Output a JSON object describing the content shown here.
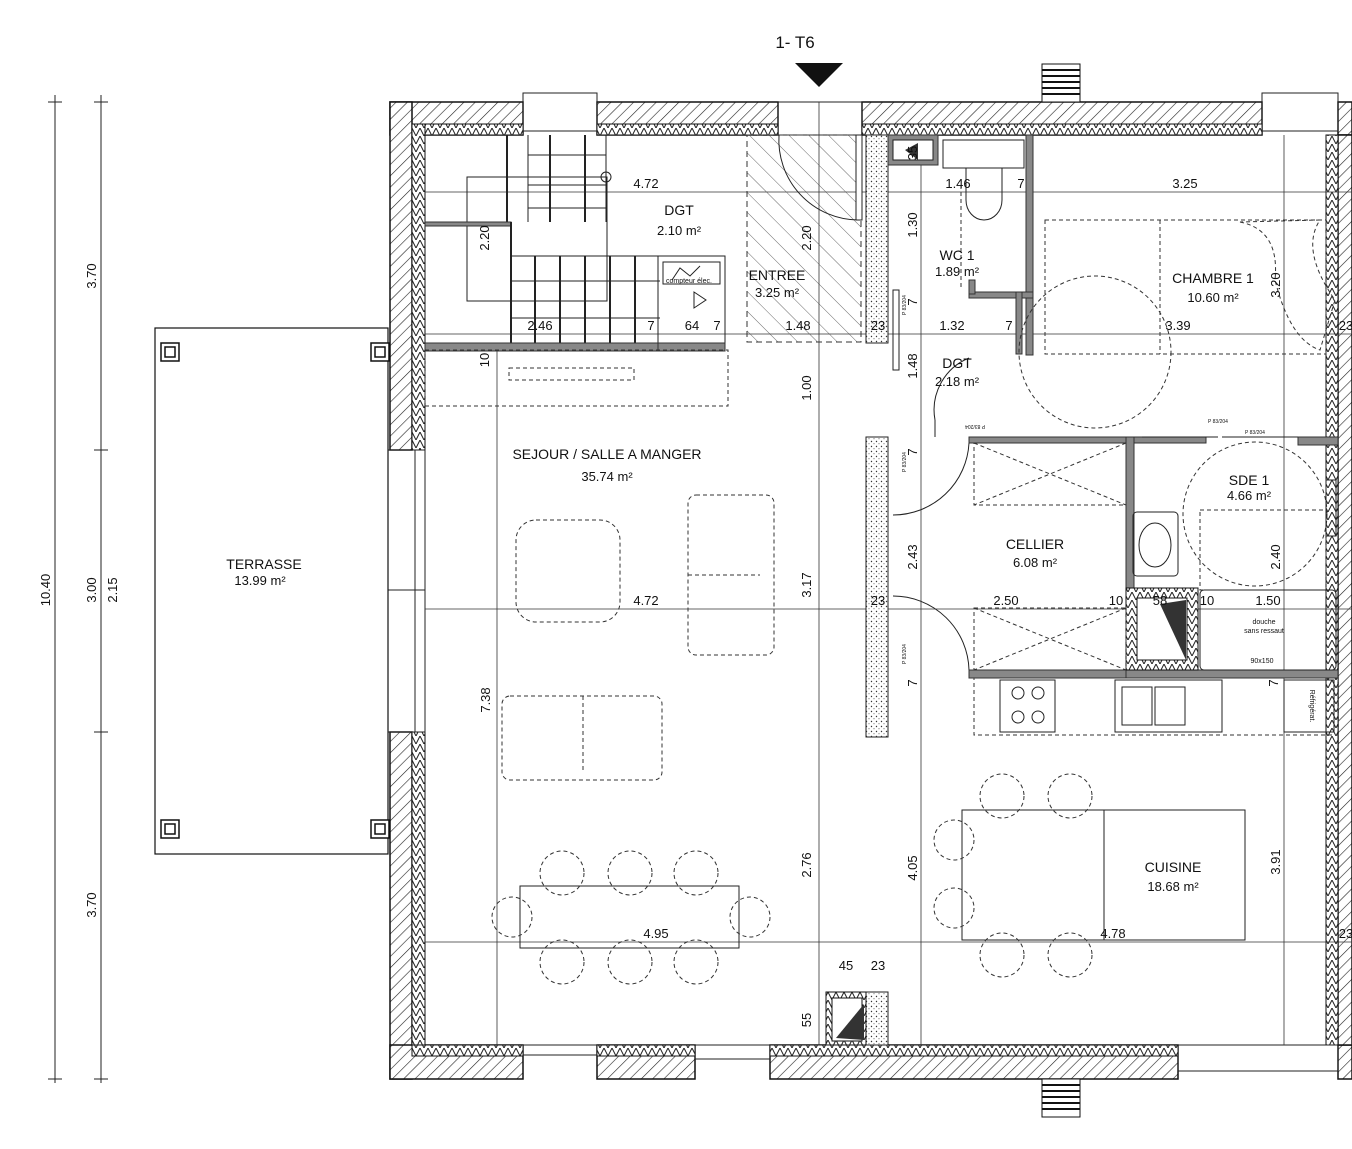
{
  "plan": {
    "title": "1- T6",
    "rooms": [
      {
        "name": "DGT",
        "area": "2.10 m²"
      },
      {
        "name": "ENTREE",
        "area": "3.25 m²"
      },
      {
        "name": "WC 1",
        "area": "1.89 m²"
      },
      {
        "name": "CHAMBRE 1",
        "area": "10.60 m²"
      },
      {
        "name": "DGT",
        "area": "2.18 m²"
      },
      {
        "name": "SEJOUR / SALLE A MANGER",
        "area": "35.74 m²"
      },
      {
        "name": "TERRASSE",
        "area": "13.99 m²"
      },
      {
        "name": "CELLIER",
        "area": "6.08 m²"
      },
      {
        "name": "SDE 1",
        "area": "4.66 m²"
      },
      {
        "name": "CUISINE",
        "area": "18.68 m²"
      }
    ],
    "labels": {
      "compteur": "compteur élec.",
      "douche": "douche",
      "sans_ressaut": "sans ressaut",
      "douche_size": "90x150",
      "refrigerat": "Réfrigérat.",
      "pref1": "P 83/204",
      "pref2": "P 83/204",
      "pref3": "P 83/204",
      "pref4": "P 83/204",
      "pref5": "P 83/204",
      "pref6": "P 83/204"
    },
    "dimensions": {
      "left_total": "10.40",
      "left_a": "3.70",
      "left_b": "3.00",
      "left_c": "3.70",
      "left_d": "2.15",
      "d_472_top": "4.72",
      "d_220_stair": "2.20",
      "d_246": "2.46",
      "d_7a": "7",
      "d_64": "64",
      "d_7b": "7",
      "d_10": "10",
      "d_220_entree": "2.20",
      "d_148_entree": "1.48",
      "d_100": "1.00",
      "d_317": "3.17",
      "d_276": "2.76",
      "d_472_mid": "4.72",
      "d_738": "7.38",
      "d_495": "4.95",
      "d_45": "45",
      "d_23_bottom": "23",
      "d_55": "55",
      "d_35": "35",
      "d_146": "1.46",
      "d_7_wc": "7",
      "d_130": "1.30",
      "d_7_wc2": "7",
      "d_23_a": "23",
      "d_132": "1.32",
      "d_7_dgt": "7",
      "d_148_dgt": "1.48",
      "d_7_dgt2": "7",
      "d_325": "3.25",
      "d_339": "3.39",
      "d_320": "3.20",
      "d_23_right1": "23",
      "d_243": "2.43",
      "d_23_b": "23",
      "d_250": "2.50",
      "d_10_b": "10",
      "d_58": "58",
      "d_10_c": "10",
      "d_150": "1.50",
      "d_240": "2.40",
      "d_7_cel": "7",
      "d_7_cel2": "7",
      "d_405": "4.05",
      "d_478": "4.78",
      "d_391": "3.91",
      "d_23_right2": "23"
    }
  }
}
